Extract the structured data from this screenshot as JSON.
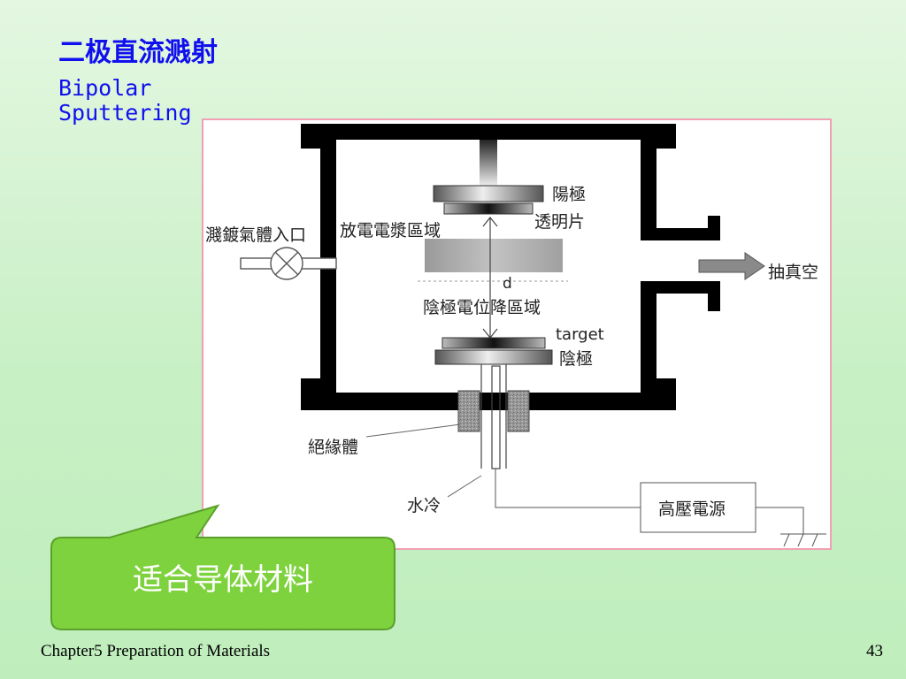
{
  "title": {
    "zh": "二极直流溅射",
    "en": "Bipolar\nSputtering"
  },
  "diagram": {
    "labels": {
      "anode": "陽極",
      "transparent_plate": "透明片",
      "gas_inlet": "濺鍍氣體入口",
      "plasma_region": "放電電漿區域",
      "distance": "d",
      "cathode_fall_region": "陰極電位降區域",
      "target": "target",
      "cathode": "陰極",
      "pump": "抽真空",
      "insulator": "絕緣體",
      "water_cooling": "水冷",
      "hv_supply": "高壓電源"
    }
  },
  "callout": {
    "text": "适合导体材料",
    "color": "#7ed23e"
  },
  "footer": {
    "chapter": "Chapter5 Preparation of Materials",
    "page": "43"
  }
}
